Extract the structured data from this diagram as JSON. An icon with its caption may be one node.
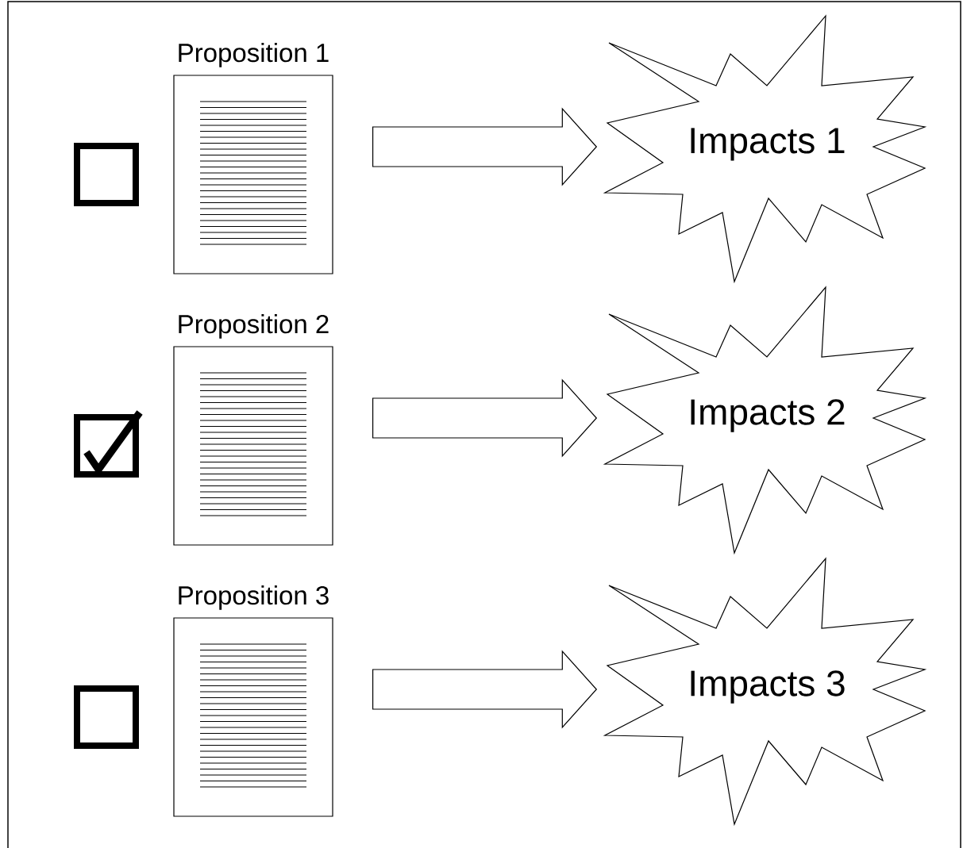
{
  "diagram": {
    "nodes": [
      {
        "text": [
          "Proposition 1"
        ]
      },
      {
        "text": [
          "Impacts 1"
        ]
      },
      {
        "text": [
          "Proposition 2"
        ]
      },
      {
        "text": [
          "Impacts 2"
        ]
      },
      {
        "text": [
          "Proposition 3"
        ]
      },
      {
        "text": [
          "Impacts 3"
        ]
      }
    ],
    "edges": [
      {
        "from": 0,
        "to": 1,
        "arrow": "to"
      },
      {
        "from": 2,
        "to": 3,
        "arrow": "to"
      },
      {
        "from": 4,
        "to": 5,
        "arrow": "to"
      }
    ]
  }
}
